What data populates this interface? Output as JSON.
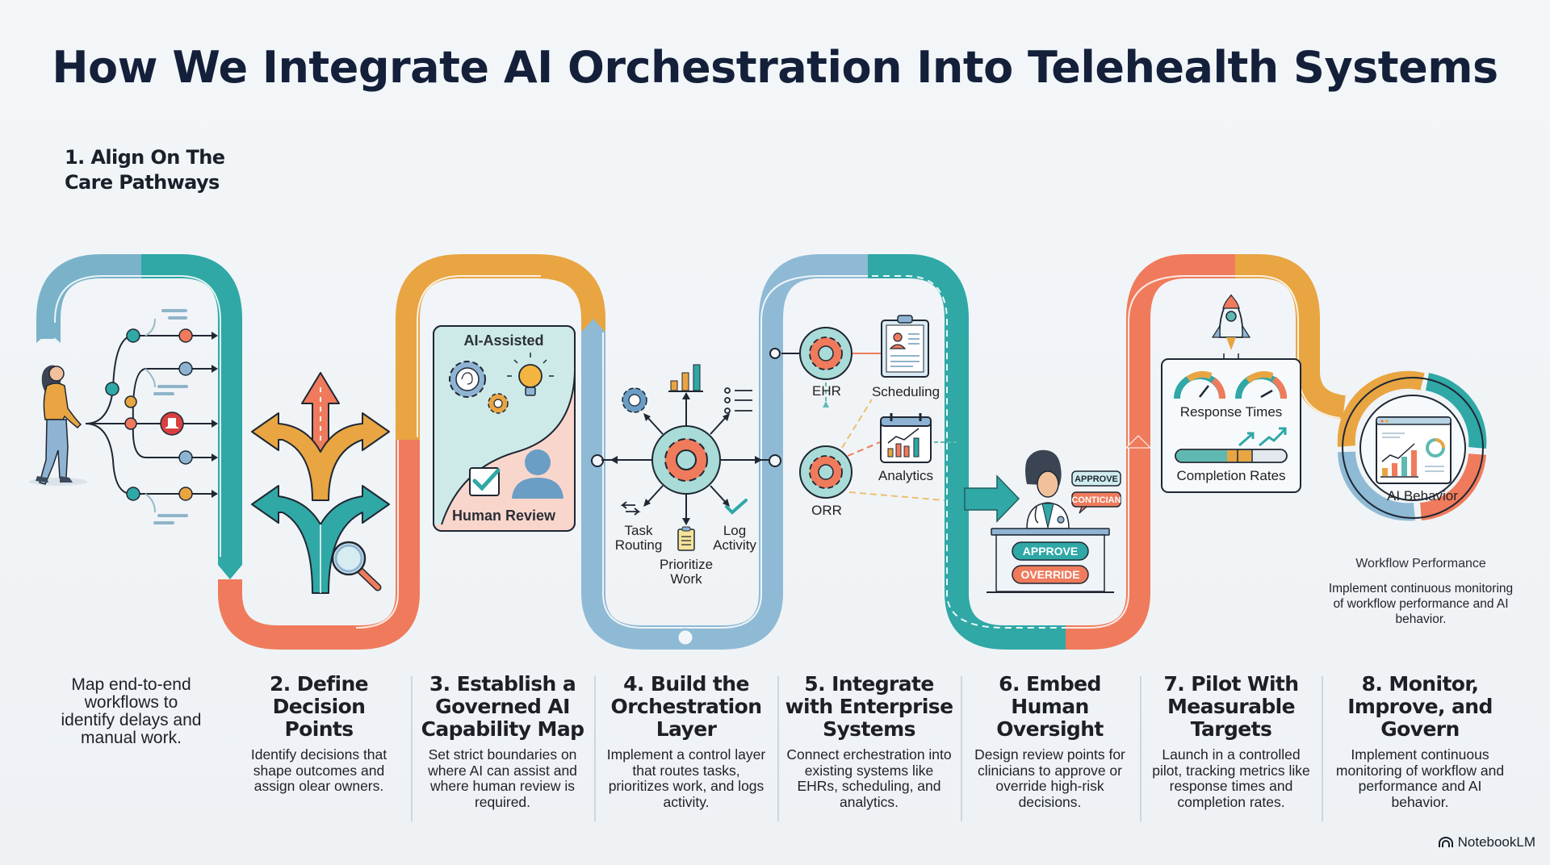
{
  "header": {
    "title": "How We Integrate AI Orchestration Into Telehealth Systems"
  },
  "steps": [
    {
      "number": 1,
      "title": "1. Align On The Care Pathways",
      "description": "Map end-to-end workflows to identify delays and manual work.",
      "path_color": "#7ab3c9"
    },
    {
      "number": 2,
      "title": "2. Define Decision Points",
      "description": "Identify decisions that shape outcomes and assign olear owners.",
      "path_color": "#2fa8a6"
    },
    {
      "number": 3,
      "title": "3. Establish a Governed AI Capability Map",
      "description": "Set strict boundaries on where AI can assist and where human review is required.",
      "path_color": "#e8a542"
    },
    {
      "number": 4,
      "title": "4. Build the Orchestration Layer",
      "description": "Implement a control layer that routes tasks, prioritizes work, and logs activity.",
      "path_color": "#8fbad5"
    },
    {
      "number": 5,
      "title": "5. Integrate with Enterprise Systems",
      "description": "Connect erchestration into existing systems like EHRs, scheduling, and analytics.",
      "path_color": "#8fbad5"
    },
    {
      "number": 6,
      "title": "6. Embed Human Oversight",
      "description": "Design review points for clinicians to approve or override high-risk decisions.",
      "path_color": "#2fa8a6"
    },
    {
      "number": 7,
      "title": "7. Pilot With Measurable Targets",
      "description": "Launch in a controlled pilot, tracking metrics like response times and completion rates.",
      "path_color": "#ef7b5c"
    },
    {
      "number": 8,
      "title": "8. Monitor, Improve, and Govern",
      "description": "Implement continuous monitoring of workflow and performance and AI behavior.",
      "path_color": "#e8a542"
    }
  ],
  "illustrations": {
    "step3": {
      "top_label": "AI-Assisted",
      "bottom_label": "Human Review"
    },
    "step4": {
      "labels": [
        "Task Routing",
        "Prioritize Work",
        "Log Activity"
      ],
      "task_routing_l1": "Task",
      "task_routing_l2": "Routing",
      "prioritize_l1": "Prioritize",
      "prioritize_l2": "Work",
      "log_l1": "Log",
      "log_l2": "Activity"
    },
    "step5": {
      "ehr": "EHR",
      "orr": "ORR",
      "scheduling": "Scheduling",
      "analytics": "Analytics"
    },
    "step6": {
      "bubble_approve": "APPROVE",
      "bubble_clinician": "CONTICIAN",
      "button_approve": "APPROVE",
      "button_override": "OVERRIDE"
    },
    "step7": {
      "response_times": "Response Times",
      "completion_rates": "Completion Rates"
    },
    "step8": {
      "ai_behavior": "AI Behavior",
      "sub_heading": "Workflow Performance",
      "sub_text": "Implement continuous monitoring of workflow performance and AI behavior."
    }
  },
  "colors": {
    "teal": "#2fa8a6",
    "light_blue": "#8fbad5",
    "steel_blue": "#7ab3c9",
    "orange": "#e8a542",
    "coral": "#ef7b5c",
    "navy": "#14203a"
  },
  "footer": {
    "brand": "NotebookLM"
  }
}
